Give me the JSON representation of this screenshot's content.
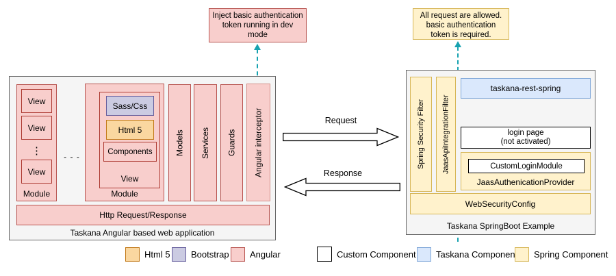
{
  "diagram": {
    "notes": {
      "dev_token": "Inject basic authentication\ntoken running in dev\nmode",
      "auth_required": "All request are allowed.\nbasic authentication\ntoken is required."
    },
    "angular_app": {
      "title": "Taskana Angular based web application",
      "module1": {
        "views": [
          "View",
          "View",
          "View"
        ],
        "vertical_ellipsis": "⋮",
        "label": "Module"
      },
      "modules_separator": "- - -",
      "module2": {
        "sass": "Sass/Css",
        "html": "Html 5",
        "components": "Components",
        "view_label": "View",
        "label": "Module"
      },
      "bars": [
        "Models",
        "Services",
        "Guards",
        "Angular interceptor"
      ],
      "http": "Http Request/Response"
    },
    "arrows": {
      "request": "Request",
      "response": "Response"
    },
    "spring_app": {
      "title": "Taskana SpringBoot Example",
      "filters": [
        "Spring Security Filter",
        "JaasApiIntegrationFilter"
      ],
      "rest": "taskana-rest-spring",
      "login": "login page\n(not activated)",
      "provider": {
        "custom_module": "CustomLoginModule",
        "label": "JaasAuthenicationProvider"
      },
      "web_security": "WebSecurityConfig"
    },
    "legend": [
      {
        "label": "Html 5",
        "color": "#fad7a0",
        "border": "#c17817"
      },
      {
        "label": "Bootstrap",
        "color": "#cbcbe2",
        "border": "#635b9b"
      },
      {
        "label": "Angular",
        "color": "#f8cecc",
        "border": "#b85450"
      },
      {
        "label": "Custom Component",
        "color": "#ffffff",
        "border": "#000000"
      },
      {
        "label": "Taskana Component",
        "color": "#dae8fc",
        "border": "#7ea6d8"
      },
      {
        "label": "Spring Component",
        "color": "#fff2cc",
        "border": "#d6b656"
      }
    ],
    "colors": {
      "angular_fill": "#f8cecc",
      "angular_border": "#b85450",
      "spring_fill": "#fff2cc",
      "spring_border": "#d6b656",
      "taskana_fill": "#dae8fc",
      "taskana_border": "#7ea6d8",
      "container_fill": "#f5f5f5",
      "container_border": "#666666",
      "dashed_connector": "#17a2b0"
    }
  }
}
